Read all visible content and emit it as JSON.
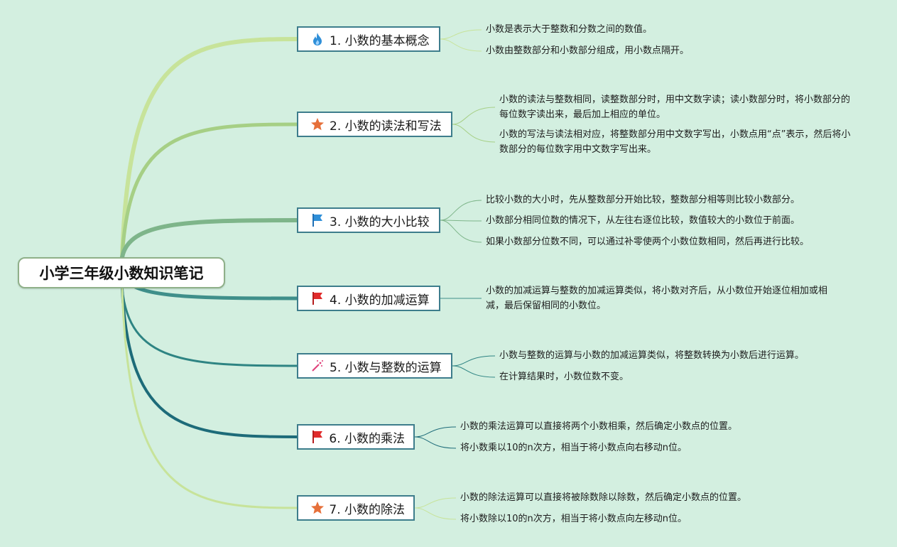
{
  "title": "小学三年级小数知识笔记",
  "branches": [
    {
      "label": "1. 小数的基本概念",
      "icon": "fire-icon",
      "color": "#c7e39a",
      "leaves": [
        "小数是表示大于整数和分数之间的数值。",
        "小数由整数部分和小数部分组成，用小数点隔开。"
      ]
    },
    {
      "label": "2. 小数的读法和写法",
      "icon": "star-icon",
      "color": "#a6cf85",
      "leaves": [
        "小数的读法与整数相同，读整数部分时，用中文数字读；读小数部分时，将小数部分的每位数字读出来，最后加上相应的单位。",
        "小数的写法与读法相对应，将整数部分用中文数字写出，小数点用“点”表示，然后将小数部分的每位数字用中文数字写出来。"
      ]
    },
    {
      "label": "3. 小数的大小比较",
      "icon": "blue-flag-icon",
      "color": "#7eb58a",
      "leaves": [
        "比较小数的大小时，先从整数部分开始比较，整数部分相等则比较小数部分。",
        "小数部分相同位数的情况下，从左往右逐位比较，数值较大的小数位于前面。",
        "如果小数部分位数不同，可以通过补零使两个小数位数相同，然后再进行比较。"
      ]
    },
    {
      "label": "4. 小数的加减运算",
      "icon": "red-flag-icon",
      "color": "#3f8f8a",
      "leaves": [
        "小数的加减运算与整数的加减运算类似，将小数对齐后，从小数位开始逐位相加或相减，最后保留相同的小数位。"
      ]
    },
    {
      "label": "5. 小数与整数的运算",
      "icon": "magic-wand-icon",
      "color": "#2e8483",
      "leaves": [
        "小数与整数的运算与小数的加减运算类似，将整数转换为小数后进行运算。",
        "在计算结果时，小数位数不变。"
      ]
    },
    {
      "label": "6. 小数的乘法",
      "icon": "red-flag-icon",
      "color": "#1d6b79",
      "leaves": [
        "小数的乘法运算可以直接将两个小数相乘，然后确定小数点的位置。",
        "将小数乘以10的n次方，相当于将小数点向右移动n位。"
      ]
    },
    {
      "label": "7. 小数的除法",
      "icon": "star-icon",
      "color": "#c7e39a",
      "leaves": [
        "小数的除法运算可以直接将被除数除以除数，然后确定小数点的位置。",
        "将小数除以10的n次方，相当于将小数点向左移动n位。"
      ]
    }
  ]
}
